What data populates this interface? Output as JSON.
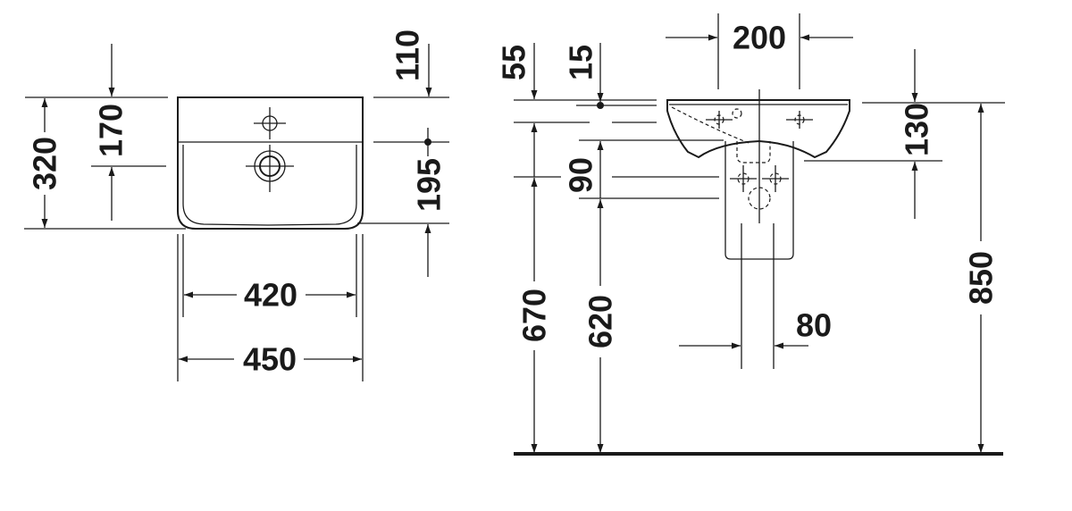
{
  "top_view": {
    "dims": {
      "height_total": "320",
      "tap_to_front": "170",
      "tap_from_back": "110",
      "drain_from_edge": "195",
      "inner_width": "420",
      "outer_width": "450"
    }
  },
  "side_view": {
    "dims": {
      "tap_spacing": "200",
      "rim_offset": "55",
      "fixing_offset": "15",
      "pipe_spacing": "90",
      "connection_height_670": "670",
      "connection_height_620": "620",
      "basin_depth": "130",
      "rim_height": "850",
      "pedestal_width": "80"
    }
  },
  "colors": {
    "line": "#1a1a1a",
    "background": "#ffffff"
  }
}
